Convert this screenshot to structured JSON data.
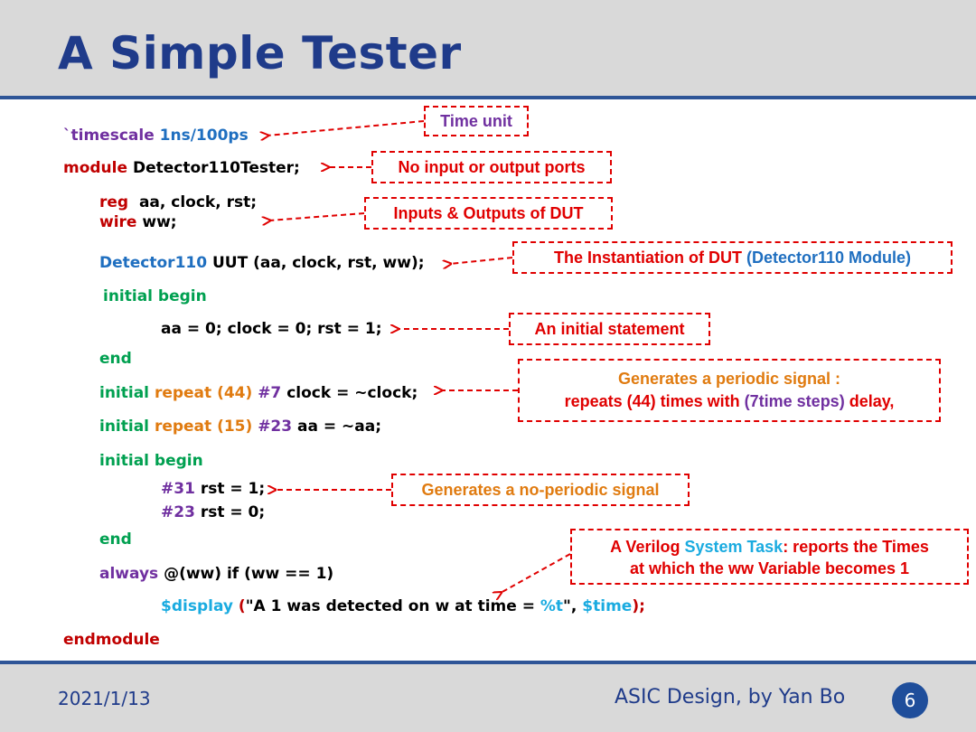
{
  "slide": {
    "title": "A Simple Tester",
    "date": "2021/1/13",
    "course": "ASIC Design, by Yan Bo",
    "page": "6"
  },
  "code": {
    "timescale_kw": "`timescale",
    "timescale_val": "1ns/100ps",
    "module_kw": "module",
    "module_name": "Detector110Tester;",
    "reg_kw": "reg",
    "reg_vars": "aa, clock, rst;",
    "wire_kw": "wire",
    "wire_vars": "ww;",
    "inst_module": "Detector110",
    "inst_rest": "UUT (aa, clock, rst, ww);",
    "initial_begin_1": "initial begin",
    "init_assign": "aa = 0; clock = 0; rst = 1;",
    "end_1": "end",
    "repeat1_initial": "initial",
    "repeat1_repeat": "repeat (44)",
    "repeat1_delay": "#7",
    "repeat1_stmt": "clock = ~clock;",
    "repeat2_initial": "initial",
    "repeat2_repeat": "repeat (15)",
    "repeat2_delay": "#23",
    "repeat2_stmt": "aa = ~aa;",
    "initial_begin_2": "initial begin",
    "rst1_delay": "#31",
    "rst1_stmt": "rst = 1;",
    "rst2_delay": "#23",
    "rst2_stmt": "rst = 0;",
    "end_2": "end",
    "always_kw": "always",
    "always_rest": "@(ww) if (ww == 1)",
    "display_kw": "$display",
    "display_open": "(",
    "display_str_a": "\"A 1 was detected on w at time = ",
    "display_fmt": "%t",
    "display_str_b": "\", ",
    "display_time": "$time",
    "display_close": ");",
    "endmodule_kw": "endmodule"
  },
  "notes": {
    "time_unit": "Time unit",
    "no_ports": "No input or output ports",
    "io_dut": "Inputs & Outputs of DUT",
    "inst_a": "The Instantiation of DUT ",
    "inst_b": "(Detector110 Module)",
    "initial_stmt": "An initial  statement",
    "periodic_l1": "Generates a periodic signal :",
    "periodic_l2a": "repeats (44) times with ",
    "periodic_l2b": "(7time steps)",
    "periodic_l2c": " delay,",
    "nonperiodic": "Generates a no-periodic signal",
    "task_l1a": "A Verilog ",
    "task_l1b": "System Task",
    "task_l1c": ": reports the Times",
    "task_l2": "at which the ww Variable becomes 1"
  },
  "colors": {
    "title": "#1f3b8a",
    "header_bg": "#d9d9d9",
    "rule": "#2e5597",
    "keyword_red": "#c00000",
    "keyword_green": "#00a050",
    "keyword_blue": "#1f6fc0",
    "keyword_orange": "#e07b10",
    "keyword_purple": "#7030a0",
    "keyword_cyan": "#1aabe0",
    "note_border": "#e00000"
  }
}
